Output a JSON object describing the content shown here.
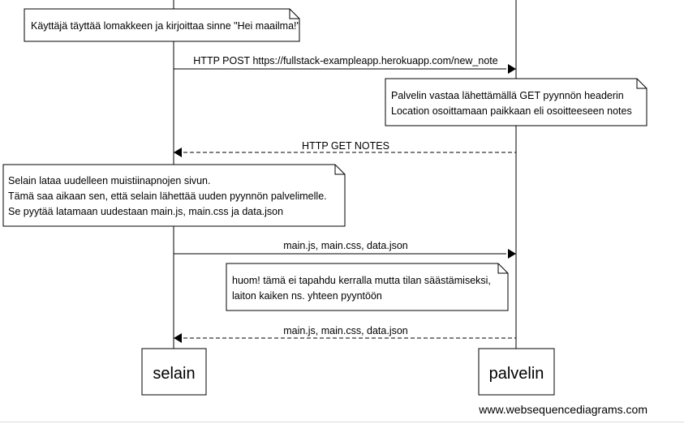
{
  "participants": {
    "selain": "selain",
    "palvelin": "palvelin"
  },
  "notes": {
    "note1": [
      "Käyttäjä täyttää lomakkeen ja kirjoittaa sinne \"Hei maailma!\""
    ],
    "note2": [
      "Palvelin vastaa lähettämällä GET pyynnön headerin",
      "Location osoittamaan paikkaan eli osoitteeseen notes"
    ],
    "note3": [
      "Selain lataa uudelleen muistiinapnojen sivun.",
      "Tämä saa aikaan sen, että selain lähettää uuden pyynnön palvelimelle.",
      "Se pyytää latamaan uudestaan main.js, main.css ja data.json"
    ],
    "note4": [
      "huom! tämä ei tapahdu kerralla mutta tilan säästämiseksi,",
      "laiton kaiken ns. yhteen pyyntöön"
    ]
  },
  "messages": {
    "msg1": "HTTP POST https://fullstack-exampleapp.herokuapp.com/new_note",
    "msg2": "HTTP GET NOTES",
    "msg3": "main.js, main.css, data.json",
    "msg4": "main.js, main.css, data.json"
  },
  "footer": "www.websequencediagrams.com"
}
